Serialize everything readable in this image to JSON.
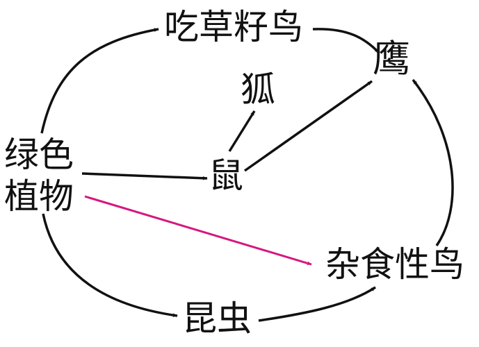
{
  "nodes": {
    "green_plants_line1": "绿色",
    "green_plants_line2": "植物",
    "seed_bird": "吃草籽鸟",
    "hawk": "鹰",
    "fox": "狐",
    "mouse": "鼠",
    "omnivore_bird": "杂食性鸟",
    "insect": "昆虫"
  },
  "colors": {
    "arrow": "#111111",
    "highlight_arrow": "#d6177f"
  }
}
